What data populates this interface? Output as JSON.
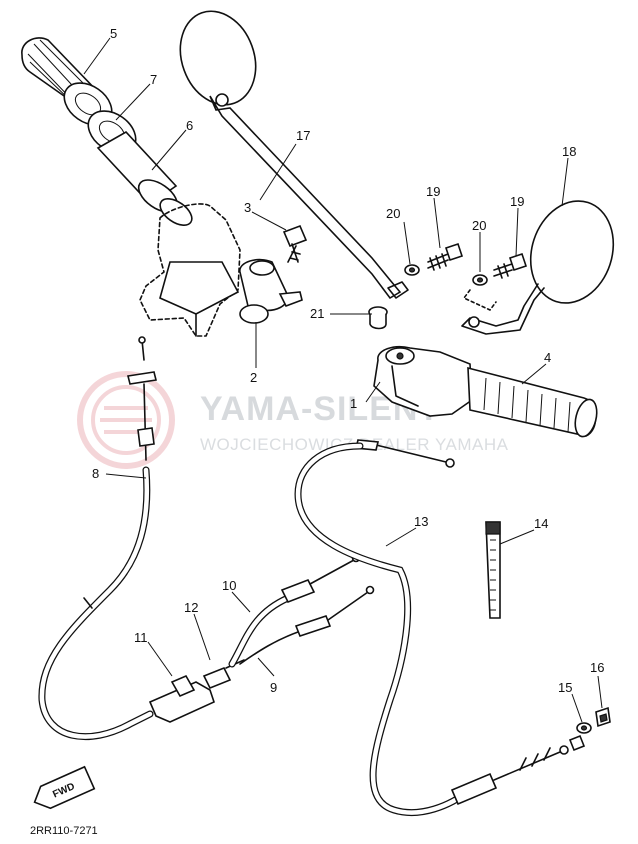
{
  "watermark": {
    "title": "YAMA-SILENT",
    "subtitle": "WOJCIECHOWICZ DEALER YAMAHA"
  },
  "diagram_code": "2RR110-7271",
  "fwd_label": "FWD",
  "colors": {
    "ink": "#111111",
    "watermark_red": "#e8b9bd",
    "watermark_grey": "#d7dadd"
  },
  "callouts": {
    "p1": "1",
    "p2": "2",
    "p3": "3",
    "p4": "4",
    "p5": "5",
    "p6": "6",
    "p7": "7",
    "p8": "8",
    "p9": "9",
    "p10": "10",
    "p11": "11",
    "p12": "12",
    "p13": "13",
    "p14": "14",
    "p15": "15",
    "p16": "16",
    "p17": "17",
    "p18": "18",
    "p19a": "19",
    "p19b": "19",
    "p20a": "20",
    "p20b": "20",
    "p21": "21"
  }
}
